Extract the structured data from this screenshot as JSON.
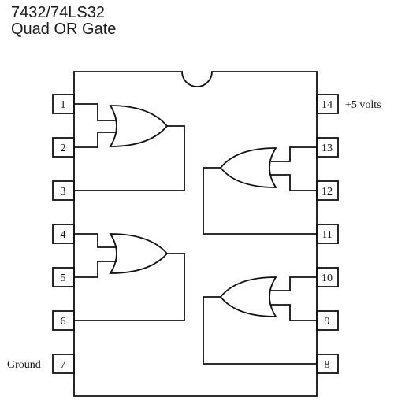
{
  "title": {
    "part_number": "7432/74LS32",
    "description": "Quad OR Gate"
  },
  "chip": {
    "pins": [
      {
        "number": "1",
        "side": "left"
      },
      {
        "number": "2",
        "side": "left"
      },
      {
        "number": "3",
        "side": "left"
      },
      {
        "number": "4",
        "side": "left"
      },
      {
        "number": "5",
        "side": "left"
      },
      {
        "number": "6",
        "side": "left"
      },
      {
        "number": "7",
        "side": "left"
      },
      {
        "number": "8",
        "side": "right"
      },
      {
        "number": "9",
        "side": "right"
      },
      {
        "number": "10",
        "side": "right"
      },
      {
        "number": "11",
        "side": "right"
      },
      {
        "number": "12",
        "side": "right"
      },
      {
        "number": "13",
        "side": "right"
      },
      {
        "number": "14",
        "side": "right"
      }
    ],
    "labels": {
      "pin14": "+5 volts",
      "pin7": "Ground"
    }
  }
}
